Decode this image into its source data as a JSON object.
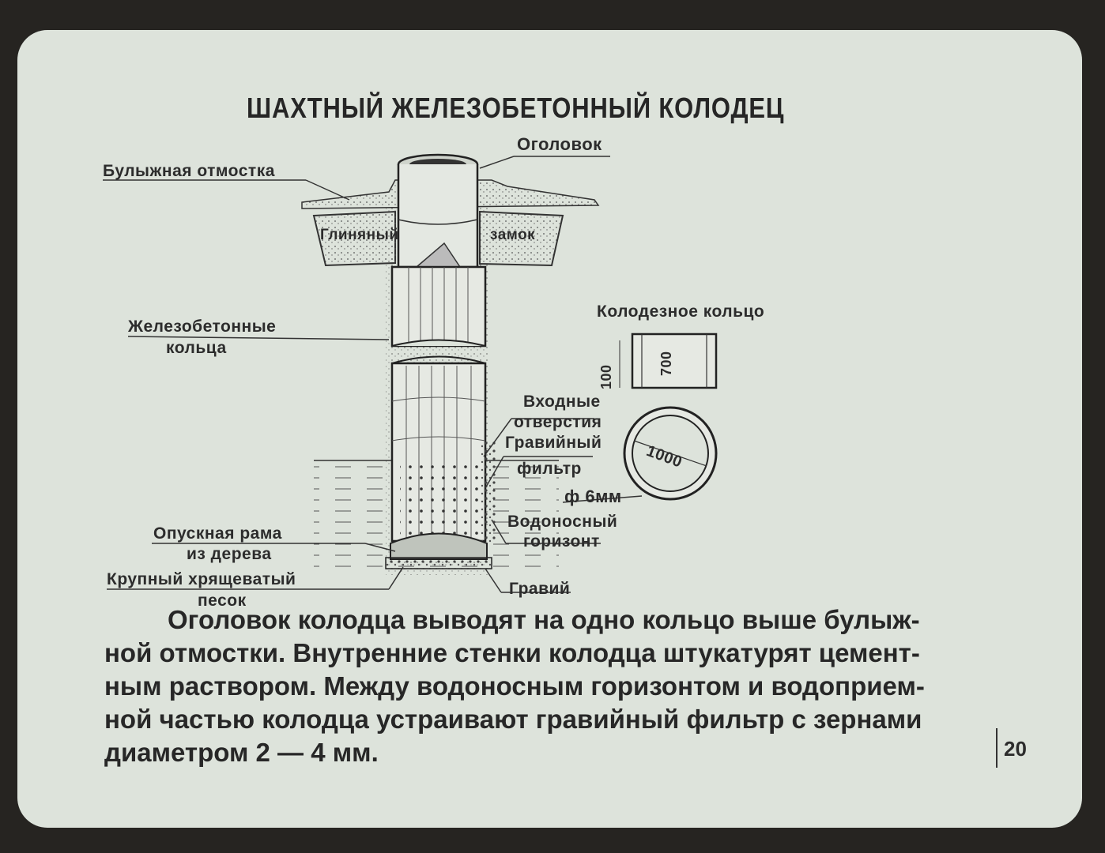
{
  "title": "ШАХТНЫЙ ЖЕЛЕЗОБЕТОННЫЙ КОЛОДЕЦ",
  "labels": {
    "head": "Оголовок",
    "paving": "Булыжная отмостка",
    "clay_left": "Глиняный",
    "clay_right": "замок",
    "rings_1": "Железобетонные",
    "rings_2": "кольца",
    "well_ring": "Колодезное кольцо",
    "dim_700": "700",
    "dim_100": "100",
    "dim_1000": "1000",
    "inlet_1": "Входные",
    "inlet_2": "отверстия",
    "filter_1": "Гравийный",
    "filter_2": "фильтр",
    "diam_6": "ф 6мм",
    "aquifer_1": "Водоносный",
    "aquifer_2": "горизонт",
    "frame_1": "Опускная рама",
    "frame_2": "из дерева",
    "sand_1": "Крупный хрящеватый",
    "sand_2": "песок",
    "gravel": "Гравий"
  },
  "body": [
    "Оголовок колодца выводят на одно кольцо выше булыж-",
    "ной отмостки. Внутренние стенки колодца штукатурят цемент-",
    "ным раствором. Между водоносным горизонтом и водоприем-",
    "ной частью колодца устраивают гравийный фильтр с зернами",
    "диаметром 2 — 4 мм."
  ],
  "page_number": "20",
  "colors": {
    "slide": "#dde3db",
    "frame": "#262421",
    "ink": "#2c2c2c"
  }
}
